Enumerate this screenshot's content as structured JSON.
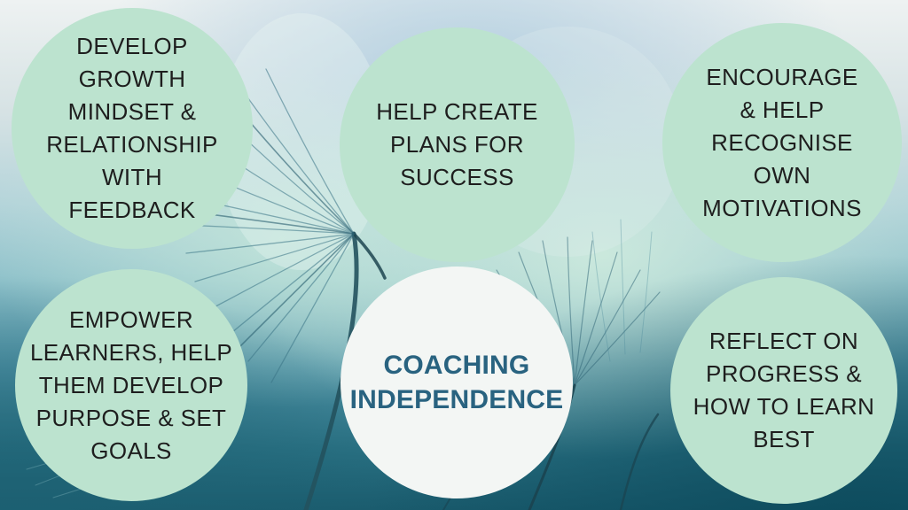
{
  "slide": {
    "center_circle": {
      "label": "COACHING\nINDEPENDENCE",
      "text_color": "#296380",
      "bg_color": "#f3f6f4"
    },
    "nodes": [
      {
        "name": "develop-growth-mindset",
        "label": "DEVELOP\nGROWTH\nMINDSET &\nRELATIONSHIP\nWITH\nFEEDBACK"
      },
      {
        "name": "help-create-plans",
        "label": "HELP CREATE\nPLANS FOR\nSUCCESS"
      },
      {
        "name": "encourage-recognise-motivations",
        "label": "ENCOURAGE\n& HELP\nRECOGNISE\nOWN\nMOTIVATIONS"
      },
      {
        "name": "empower-learners",
        "label": "EMPOWER\nLEARNERS, HELP\nTHEM DEVELOP\nPURPOSE & SET\nGOALS"
      },
      {
        "name": "reflect-on-progress",
        "label": "REFLECT ON\nPROGRESS &\nHOW TO LEARN\nBEST"
      }
    ],
    "node_style": {
      "bg_color": "#bce3cf",
      "text_color": "#1e1e1e"
    },
    "background": {
      "subject": "dandelion-seed-photo",
      "palette": {
        "top_light": "#eef2f2",
        "light_blue": "#aeccdf",
        "aqua_green": "#cdeadd",
        "mid_teal": "#5093a6",
        "dark_teal_bottom_left": "#1d6173",
        "dark_teal_bottom_right": "#0c4a5c",
        "stem": "#24525e"
      }
    }
  }
}
